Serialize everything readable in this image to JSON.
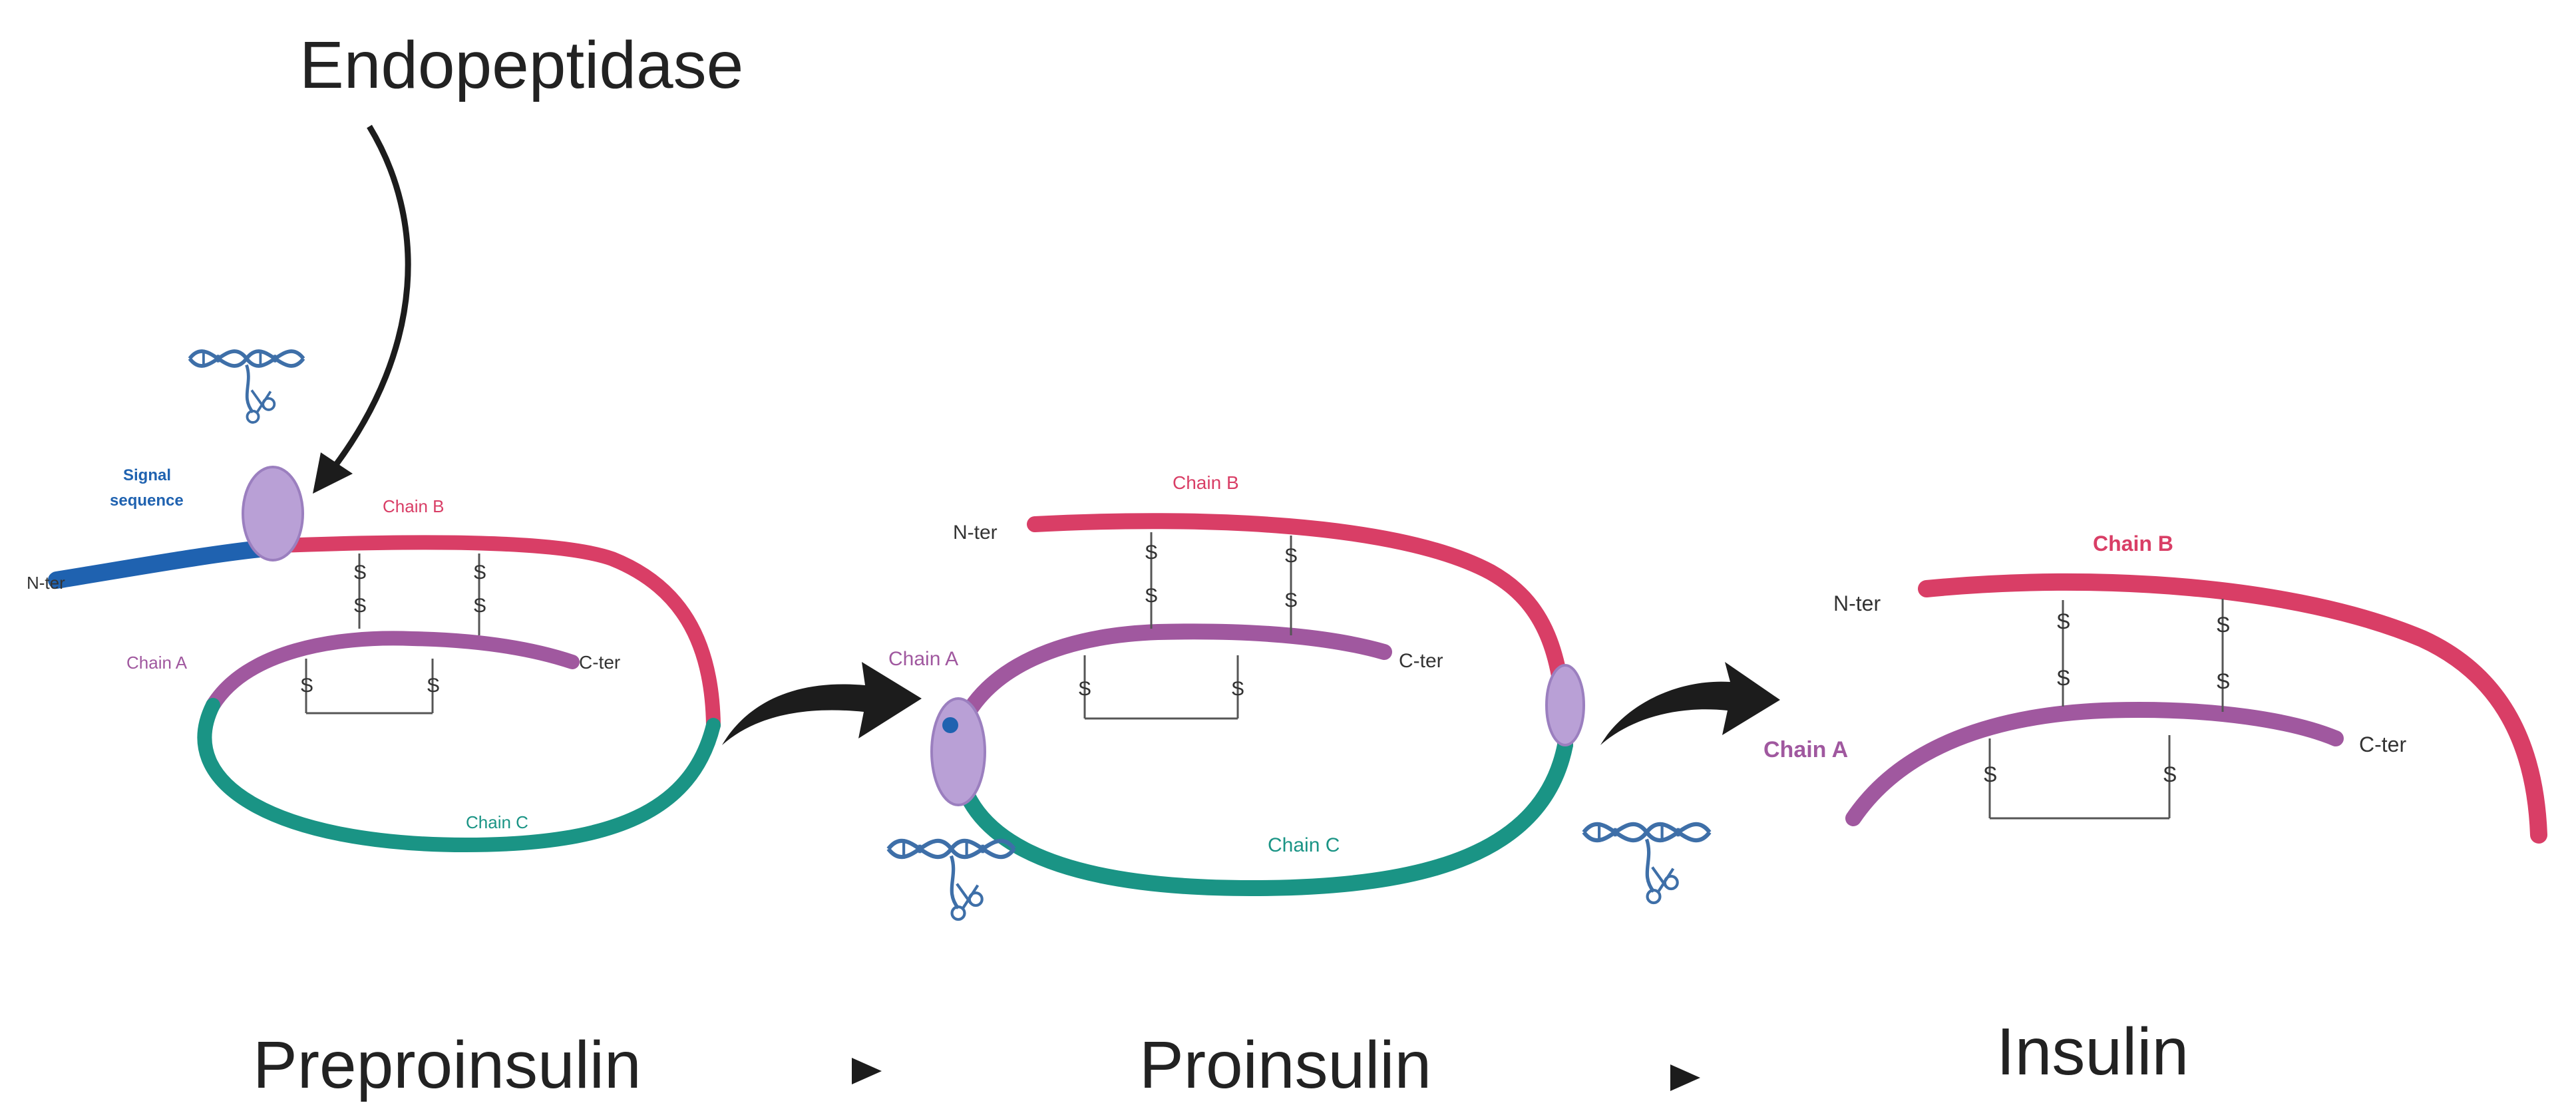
{
  "labels": {
    "endopeptidase": "Endopeptidase",
    "signal_sequence_line1": "Signal",
    "signal_sequence_line2": "sequence",
    "stage_preproinsulin": "Preproinsulin",
    "stage_proinsulin": "Proinsulin",
    "stage_insulin": "Insulin"
  },
  "preproinsulin": {
    "n_ter": "N-ter",
    "c_ter": "C-ter",
    "chain_a": "Chain A",
    "chain_b": "Chain B",
    "chain_c": "Chain C",
    "sulfur": "S"
  },
  "proinsulin": {
    "n_ter": "N-ter",
    "c_ter": "C-ter",
    "chain_a": "Chain A",
    "chain_b": "Chain B",
    "chain_c": "Chain C",
    "sulfur": "S"
  },
  "insulin": {
    "n_ter": "N-ter",
    "c_ter": "C-ter",
    "chain_a": "Chain A",
    "chain_b": "Chain B",
    "sulfur": "S"
  },
  "colors": {
    "chain_a": "#a0589f",
    "chain_b": "#d93e66",
    "chain_c": "#1a9485",
    "signal_sequence": "#1f62b0",
    "enzyme": "#b9a0d6",
    "dna": "#3e6fa8",
    "arrow": "#1c1c1c"
  }
}
